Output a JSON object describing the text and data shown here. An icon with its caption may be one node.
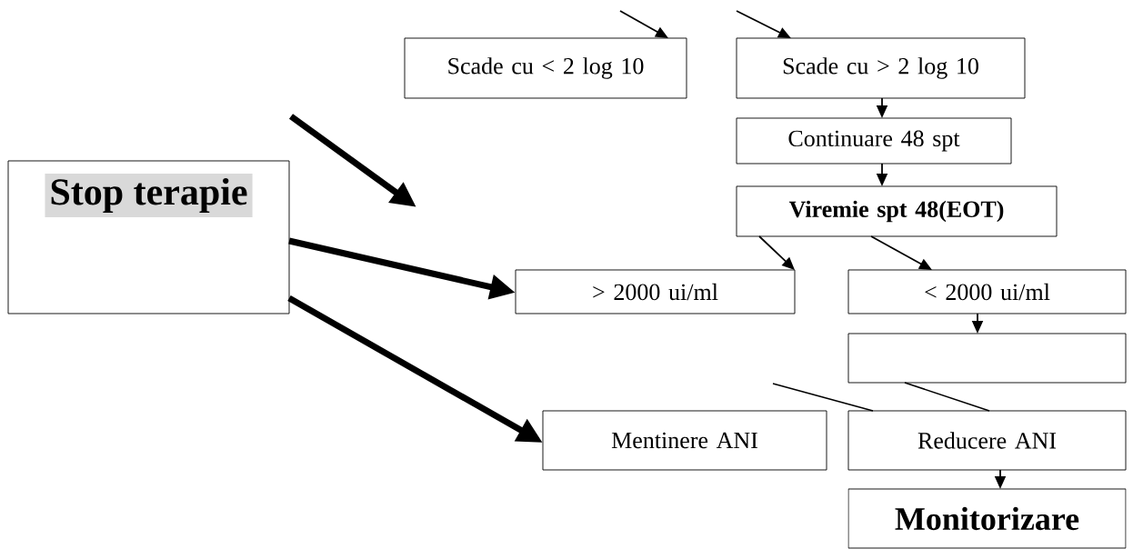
{
  "diagram": {
    "nodes": [
      {
        "text": [
          "Scade cu < 2 log 10"
        ]
      },
      {
        "text": [
          "Scade cu > 2 log 10"
        ]
      },
      {
        "text": [
          "Continuare 48 spt"
        ]
      },
      {
        "text": [
          "Viremie spt 48(EOT)"
        ]
      },
      {
        "text": [
          "Stop terapie"
        ]
      },
      {
        "text": [
          "> 2000 ui/ml"
        ]
      },
      {
        "text": [
          "< 2000 ui/ml"
        ]
      },
      {
        "text": [],
        "shape": "box"
      },
      {
        "text": [
          "Mentinere ANI"
        ]
      },
      {
        "text": [
          "Reducere ANI"
        ]
      },
      {
        "text": [
          "Monitorizare"
        ]
      }
    ],
    "edges": [
      {
        "from": null,
        "to": 0,
        "arrow": "to"
      },
      {
        "from": null,
        "to": 1,
        "arrow": "to"
      },
      {
        "from": 1,
        "to": 2,
        "arrow": "to"
      },
      {
        "from": 2,
        "to": 3,
        "arrow": "to"
      },
      {
        "from": 4,
        "to": 5,
        "arrow": "to",
        "style": "thick"
      },
      {
        "from": 4,
        "to": 8,
        "arrow": "to",
        "style": "thick"
      },
      {
        "from": 3,
        "to": 5,
        "arrow": "to"
      },
      {
        "from": 3,
        "to": 6,
        "arrow": "to"
      },
      {
        "from": 6,
        "to": 7,
        "arrow": "to"
      },
      {
        "from": null,
        "to": 9,
        "arrow": "none"
      },
      {
        "from": 7,
        "to": 9,
        "arrow": "none"
      },
      {
        "from": 9,
        "to": 10,
        "arrow": "to"
      }
    ]
  }
}
